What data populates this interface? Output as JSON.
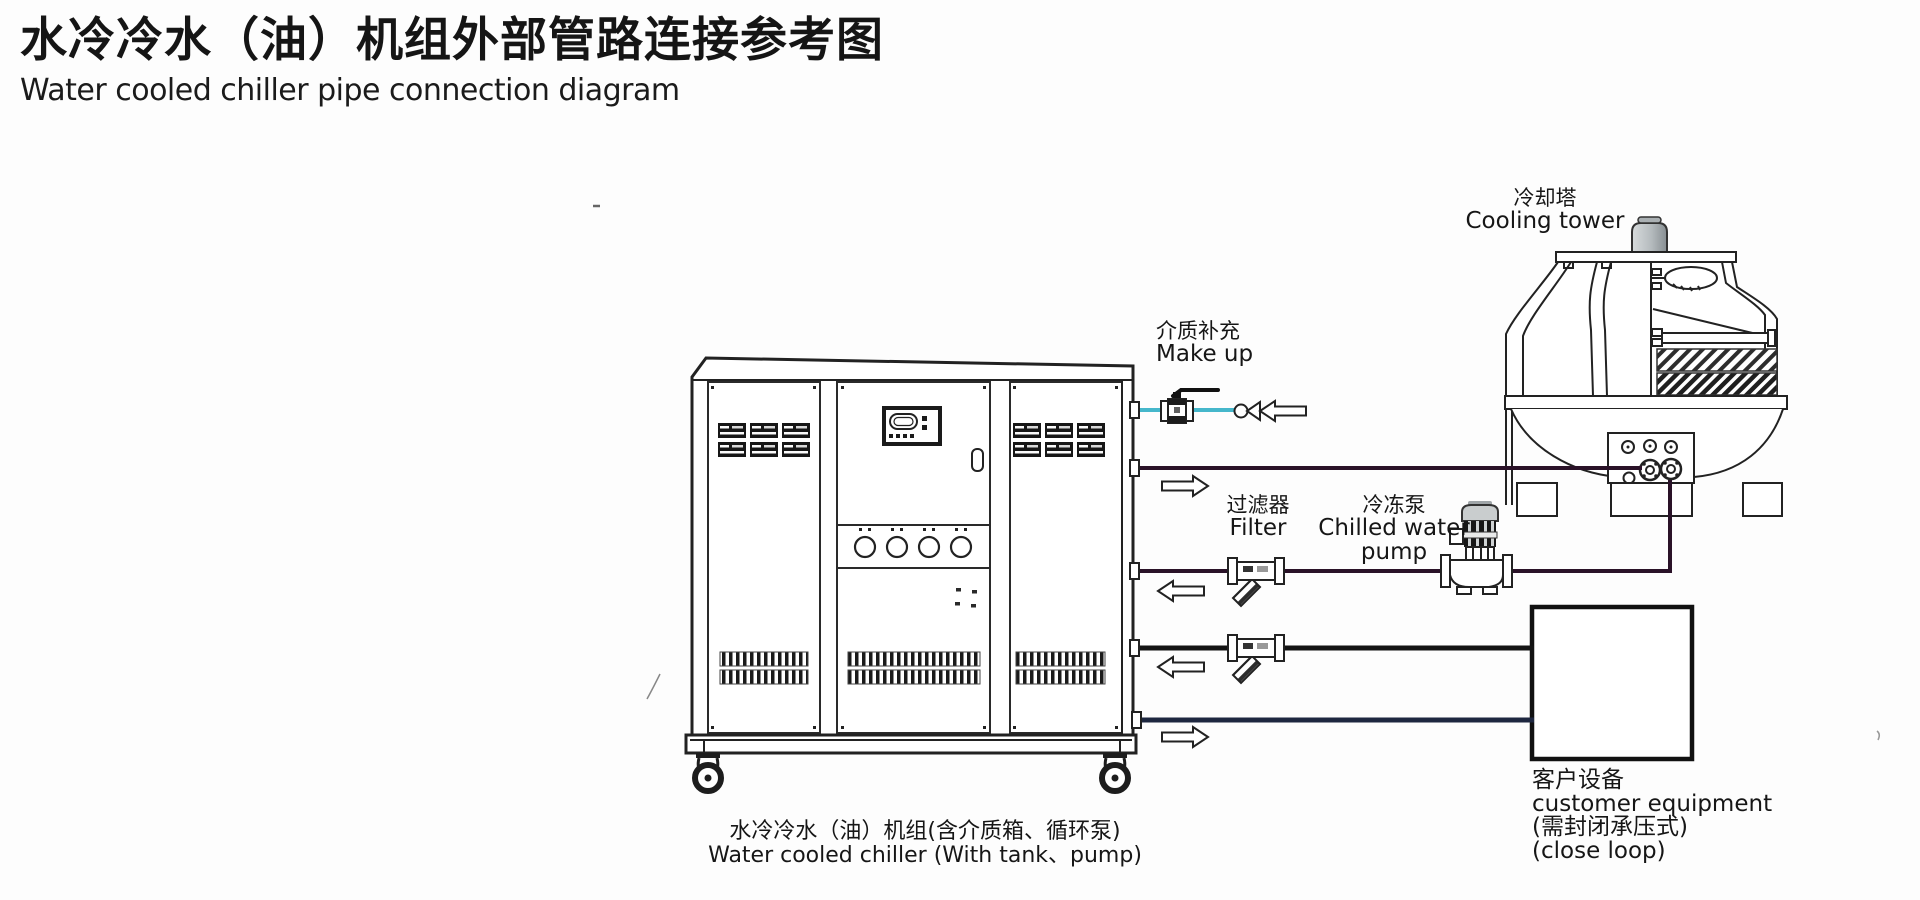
{
  "header": {
    "title_zh": "水冷冷水（油）机组外部管路连接参考图",
    "title_en": "Water cooled chiller pipe connection diagram"
  },
  "labels": {
    "cooling_tower": {
      "zh": "冷却塔",
      "en": "Cooling tower"
    },
    "make_up": {
      "zh": "介质补充",
      "en": "Make up"
    },
    "filter": {
      "zh": "过滤器",
      "en": "Filter"
    },
    "chilled_water_pump": {
      "zh": "冷冻泵",
      "en_line1": "Chilled water",
      "en_line2": "pump"
    },
    "customer_equipment": {
      "zh": "客户设备",
      "en": "customer equipment",
      "note_zh": "(需封闭承压式)",
      "note_en": "(close loop)"
    },
    "chiller_unit": {
      "zh": "水冷冷水（油）机组(含介质箱、循环泵)",
      "en": "Water cooled chiller (With tank、pump)"
    }
  },
  "colors": {
    "makeup_line": "#45b7cb",
    "tower_loop_line": "#2a1228",
    "chilled_return_line": "#141414",
    "chilled_supply_line": "#1e2740",
    "ink": "#222222"
  }
}
